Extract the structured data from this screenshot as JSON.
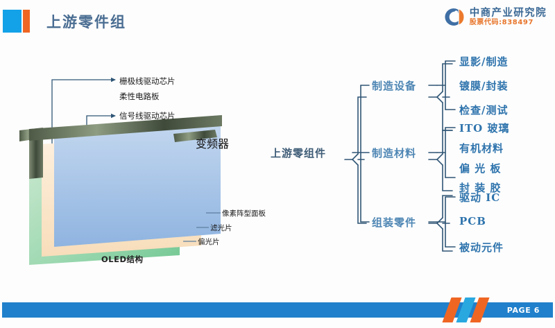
{
  "header": {
    "title": "上游零件组",
    "accent_blue": "#13a1e8",
    "accent_orange": "#ef6623",
    "logo": {
      "icon": "circle-c-logo-icon",
      "name": "中商产业研究院",
      "stock_code": "股票代码:838497"
    }
  },
  "oled_diagram": {
    "caption": "OLED结构",
    "callouts": [
      {
        "id": "gate",
        "label": "栅极线驱动芯片"
      },
      {
        "id": "fpc",
        "label": "柔性电路板"
      },
      {
        "id": "signal",
        "label": "信号线驱动芯片"
      },
      {
        "id": "inverter",
        "label": "变频器"
      }
    ],
    "layers": [
      {
        "id": "pixel",
        "label": "像素阵型面板",
        "color": "#a8c5e8"
      },
      {
        "id": "filter",
        "label": "滤光片",
        "color": "#fae3c8"
      },
      {
        "id": "polarizer",
        "label": "偏光片",
        "color": "#8fd3a8"
      }
    ]
  },
  "tree": {
    "root": "上游零组件",
    "branches": [
      {
        "label": "制造设备",
        "leaves": [
          "显影/制造",
          "镀膜/封装",
          "检查/测试"
        ]
      },
      {
        "label": "制造材料",
        "leaves": [
          "ITO  玻璃",
          "有机材料",
          "偏 光 板",
          "封 装 胶"
        ]
      },
      {
        "label": "组装零件",
        "leaves": [
          "驱动 IC",
          "PCB",
          "被动元件"
        ]
      }
    ],
    "line_color": "#2f5575"
  },
  "footer": {
    "page_label": "PAGE 6",
    "bar_color": "#2080cb"
  }
}
